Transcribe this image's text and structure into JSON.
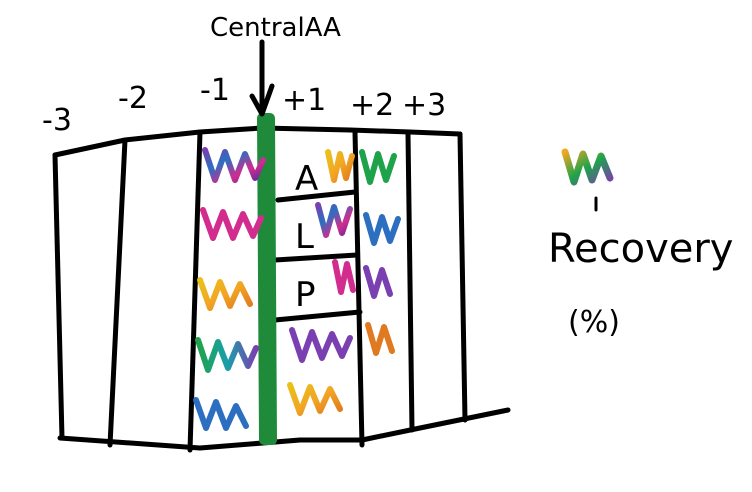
{
  "labels": {
    "central": "CentralAA",
    "positions": [
      "-3",
      "-2",
      "-1",
      "+1",
      "+2",
      "+3"
    ],
    "residues": [
      "A",
      "L",
      "P"
    ],
    "recovery": "Recovery",
    "percent": "(%)"
  },
  "colors": {
    "central_bar": "#1f8a3a",
    "ink": "#000000",
    "scribbles": [
      "#7a3fb0",
      "#2c6fc0",
      "#d12c8e",
      "#f2a623",
      "#1ea34a",
      "#e0791f",
      "#19a0a8",
      "#c23a6d",
      "#e8c21b"
    ]
  },
  "legend_icon": "rainbow-scribble-icon"
}
